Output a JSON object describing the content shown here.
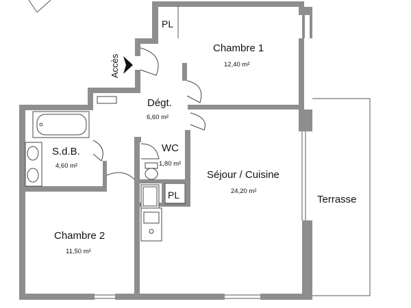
{
  "rooms": {
    "chambre1": {
      "name": "Chambre 1",
      "area": "12,40 m²"
    },
    "degt": {
      "name": "Dégt.",
      "area": "6,60 m²"
    },
    "sdb": {
      "name": "S.d.B.",
      "area": "4,60 m²"
    },
    "wc": {
      "name": "WC",
      "area": "1,80 m²"
    },
    "sejour": {
      "name": "Séjour / Cuisine",
      "area": "24,20 m²"
    },
    "chambre2": {
      "name": "Chambre 2",
      "area": "11,50 m²"
    },
    "terrasse": {
      "name": "Terrasse"
    }
  },
  "closets": {
    "pl_top": "PL",
    "pl_mid": "PL"
  },
  "entrance": {
    "label": "Accès",
    "icon": "arrow-down-right-icon"
  },
  "colors": {
    "wall": "#8e8e8e",
    "line": "#444444",
    "background": "#ffffff"
  }
}
